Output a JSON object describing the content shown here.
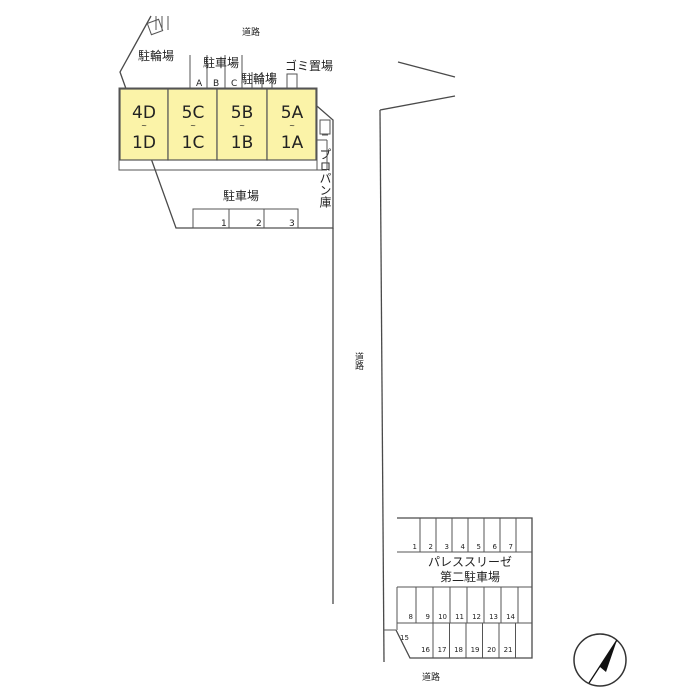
{
  "roads": {
    "top": "道路",
    "middle": "道路",
    "bottom": "道路"
  },
  "main_site": {
    "bicycle_parking_left": "駐輪場",
    "parking_top": "駐車場",
    "parking_top_slots": [
      "A",
      "B",
      "C"
    ],
    "bicycle_parking_right": "駐輪場",
    "garbage": "ゴミ置場",
    "propane": "プロパン庫",
    "parking_bottom": "駐車場",
    "parking_bottom_slots": [
      "1",
      "2",
      "3"
    ],
    "units": [
      {
        "top": "4D",
        "tilde": "~",
        "bottom": "1D"
      },
      {
        "top": "5C",
        "tilde": "~",
        "bottom": "1C"
      },
      {
        "top": "5B",
        "tilde": "~",
        "bottom": "1B"
      },
      {
        "top": "5A",
        "tilde": "~",
        "bottom": "1A"
      }
    ]
  },
  "second_lot": {
    "name_line1": "パレススリーゼ",
    "name_line2": "第二駐車場",
    "slots_top": [
      "1",
      "2",
      "3",
      "4",
      "5",
      "6",
      "7"
    ],
    "slots_middle": [
      "8",
      "9",
      "10",
      "11",
      "12",
      "13",
      "14"
    ],
    "slot_side": "15",
    "slots_bottom": [
      "16",
      "17",
      "18",
      "19",
      "20",
      "21"
    ]
  },
  "compass": {
    "icon": "north-arrow-icon"
  },
  "colors": {
    "building": "#fbf3a8",
    "line": "#4a4a4a"
  }
}
